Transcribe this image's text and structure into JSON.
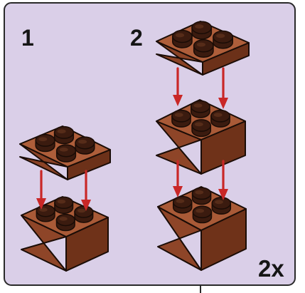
{
  "steps": [
    {
      "number": "1"
    },
    {
      "number": "2"
    }
  ],
  "multiplier": "2x",
  "colors": {
    "background": "#dacfe8",
    "border": "#2a2a2a",
    "brick_top": "#a95a37",
    "brick_front": "#8e4528",
    "brick_side": "#6f3219",
    "plate_top": "#ae5e3a",
    "plate_front": "#8a4326",
    "plate_side": "#6c3119",
    "stud": "#3b1b0f",
    "stud_highlight": "#6e3a22",
    "arrow": "#c92727"
  },
  "icons": [
    "brick-2x2-icon",
    "plate-2x2-icon",
    "down-arrow-icon"
  ]
}
